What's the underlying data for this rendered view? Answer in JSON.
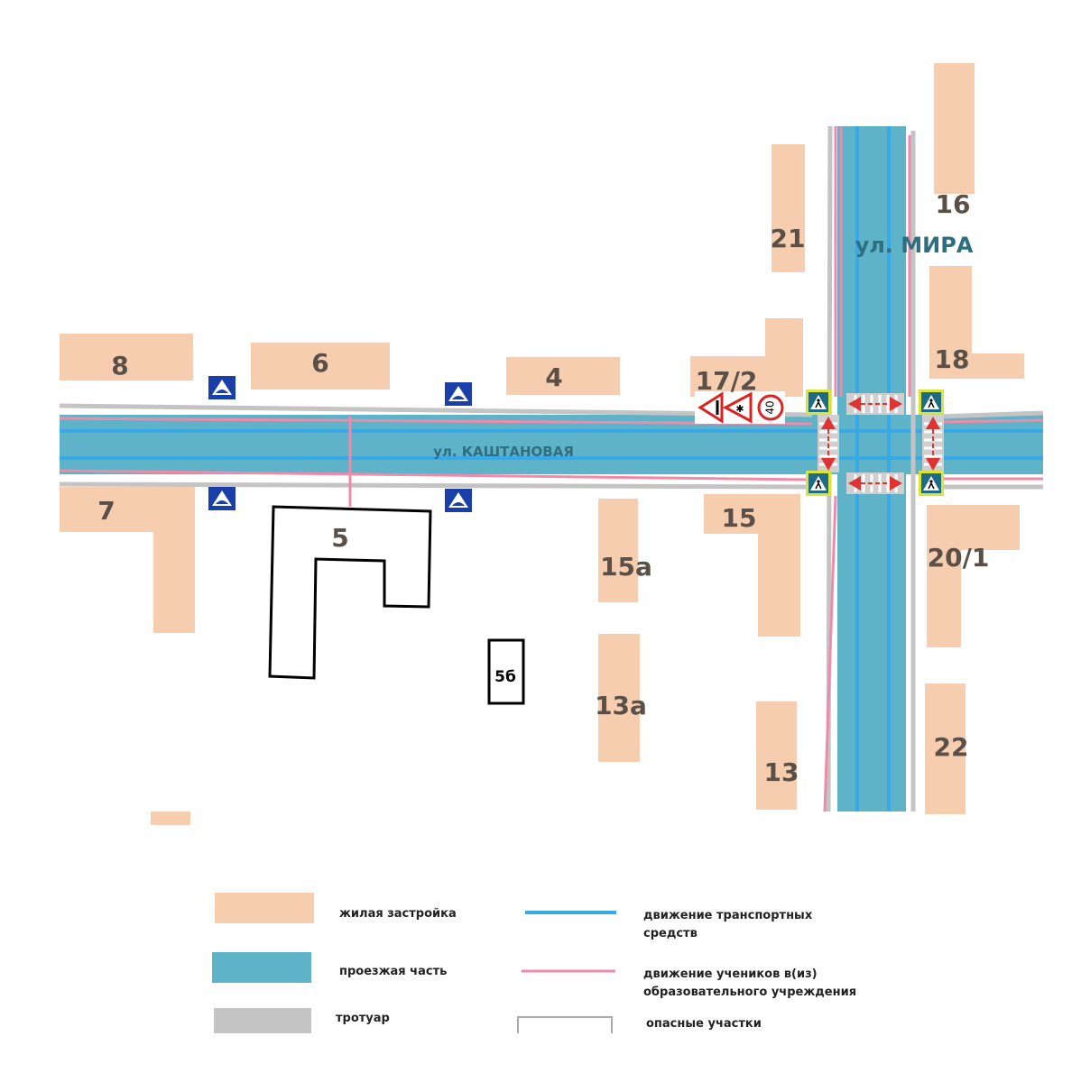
{
  "colors": {
    "building": "#f6cdae",
    "road": "#5fb3c9",
    "lane": "#39a8e6",
    "sidewalk": "#c4c4c4",
    "pupil_path": "#f08aa8",
    "danger": "#000000"
  },
  "streets": {
    "kashtanovaya": "ул. КАШТАНОВАЯ",
    "mira": "ул. МИРА"
  },
  "buildings": [
    "8",
    "6",
    "4",
    "17/2",
    "21",
    "16",
    "18",
    "7",
    "15",
    "15а",
    "13а",
    "13",
    "20/1",
    "22"
  ],
  "school": {
    "main": "5",
    "annex": "5б"
  },
  "signs": {
    "speed_limit": "40",
    "icons": [
      "speed-bump-sign",
      "school-children-warning-sign",
      "uneven-road-warning-sign",
      "pedestrian-crossing-sign"
    ]
  },
  "legend": {
    "residential": "жилая застройка",
    "roadway": "проезжая  часть",
    "sidewalk": "тротуар",
    "vehicle_traffic": "движение транспортных средств",
    "pupil_traffic": "движение учеников в(из) образовательного учреждения",
    "danger_zones": "опасные участки"
  }
}
